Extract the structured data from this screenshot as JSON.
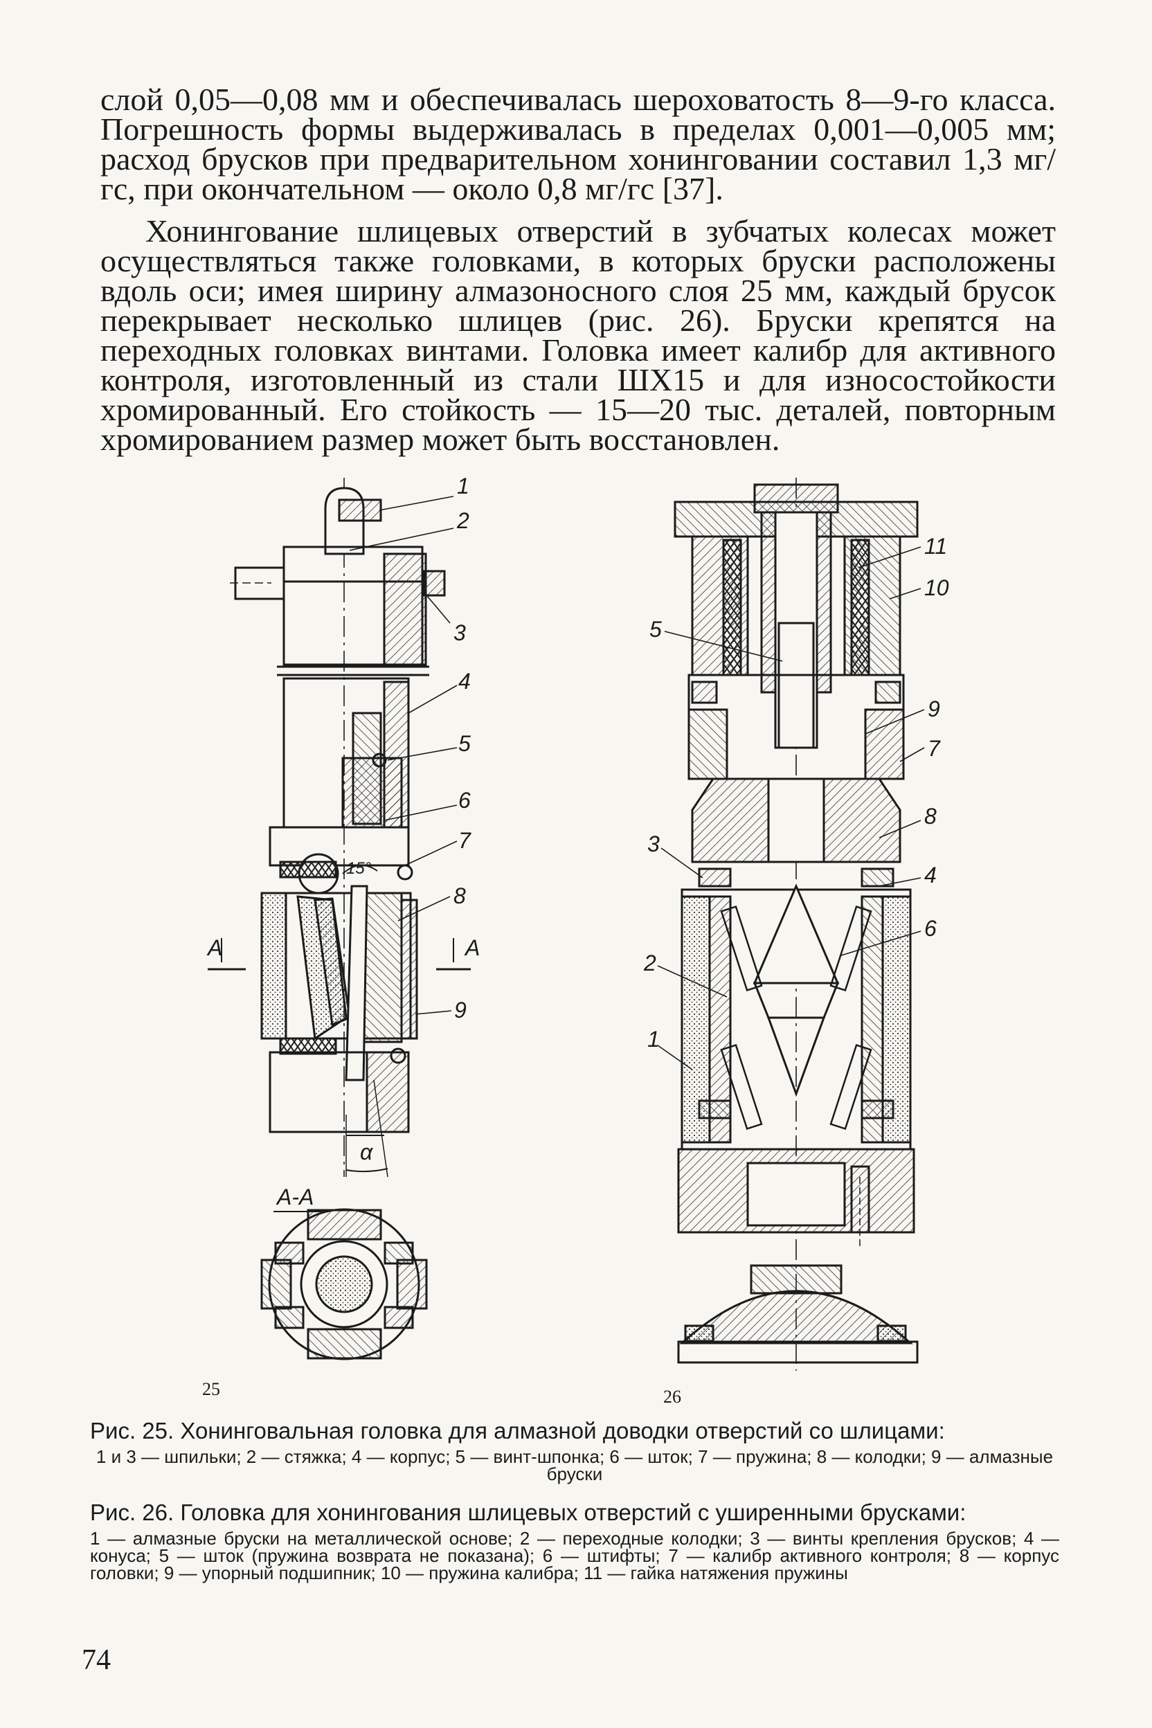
{
  "text": {
    "para_1": "слой 0,05—0,08 мм и обеспечивалась шероховатость 8—9-го класса. Погрешность формы выдерживалась в пределах 0,001—0,005 мм; расход брусков при предварительном хонинговании составил 1,3 мг/гс, при окончательном — около 0,8 мг/гс [37].",
    "para_2": "Хонингование шлицевых отверстий в зубчатых колесах может осуществляться также головками, в которых бруски расположены вдоль оси; имея ширину алмазоносного слоя 25 мм, каждый брусок перекрывает несколько шлицев (рис. 26). Бруски крепятся на переходных головках винтами. Головка имеет калибр для активного контроля, изготовленный из стали ШХ15 и для износостойкости хромированный. Его стойкость — 15—20 тыс. деталей, повторным хромированием размер может быть восстановлен."
  },
  "figure_25": {
    "number": "25",
    "leaders": [
      "1",
      "2",
      "3",
      "4",
      "5",
      "6",
      "7",
      "8",
      "9"
    ],
    "angle_label": "15°",
    "alpha_label": "α",
    "section_mark": "А",
    "section_title": "А-А"
  },
  "figure_26": {
    "number": "26",
    "leaders_right": [
      "11",
      "10",
      "9",
      "7",
      "8",
      "4",
      "6"
    ],
    "leaders_left": [
      "5",
      "3",
      "2",
      "1"
    ]
  },
  "captions": {
    "fig25_title": "Рис. 25. Хонинговальная головка для алмазной доводки отверстий со шлицами:",
    "fig25_legend": "1 и 3 — шпильки; 2 — стяжка; 4 — корпус; 5 — винт-шпонка; 6 — шток; 7 — пружина; 8 — колодки; 9 — алмазные бруски",
    "fig26_title": "Рис. 26. Головка для хонингования шлицевых отверстий с уширенными брусками:",
    "fig26_legend": "1 — алмазные бруски на металлической основе; 2 — переходные колодки; 3 — винты крепления брусков; 4 — конуса; 5 — шток (пружина возврата не показана); 6 — штифты; 7 — калибр активного контроля; 8 — корпус головки; 9 — упорный подшипник; 10 — пружина калибра; 11 — гайка натяжения пружины"
  },
  "page_number": "74"
}
